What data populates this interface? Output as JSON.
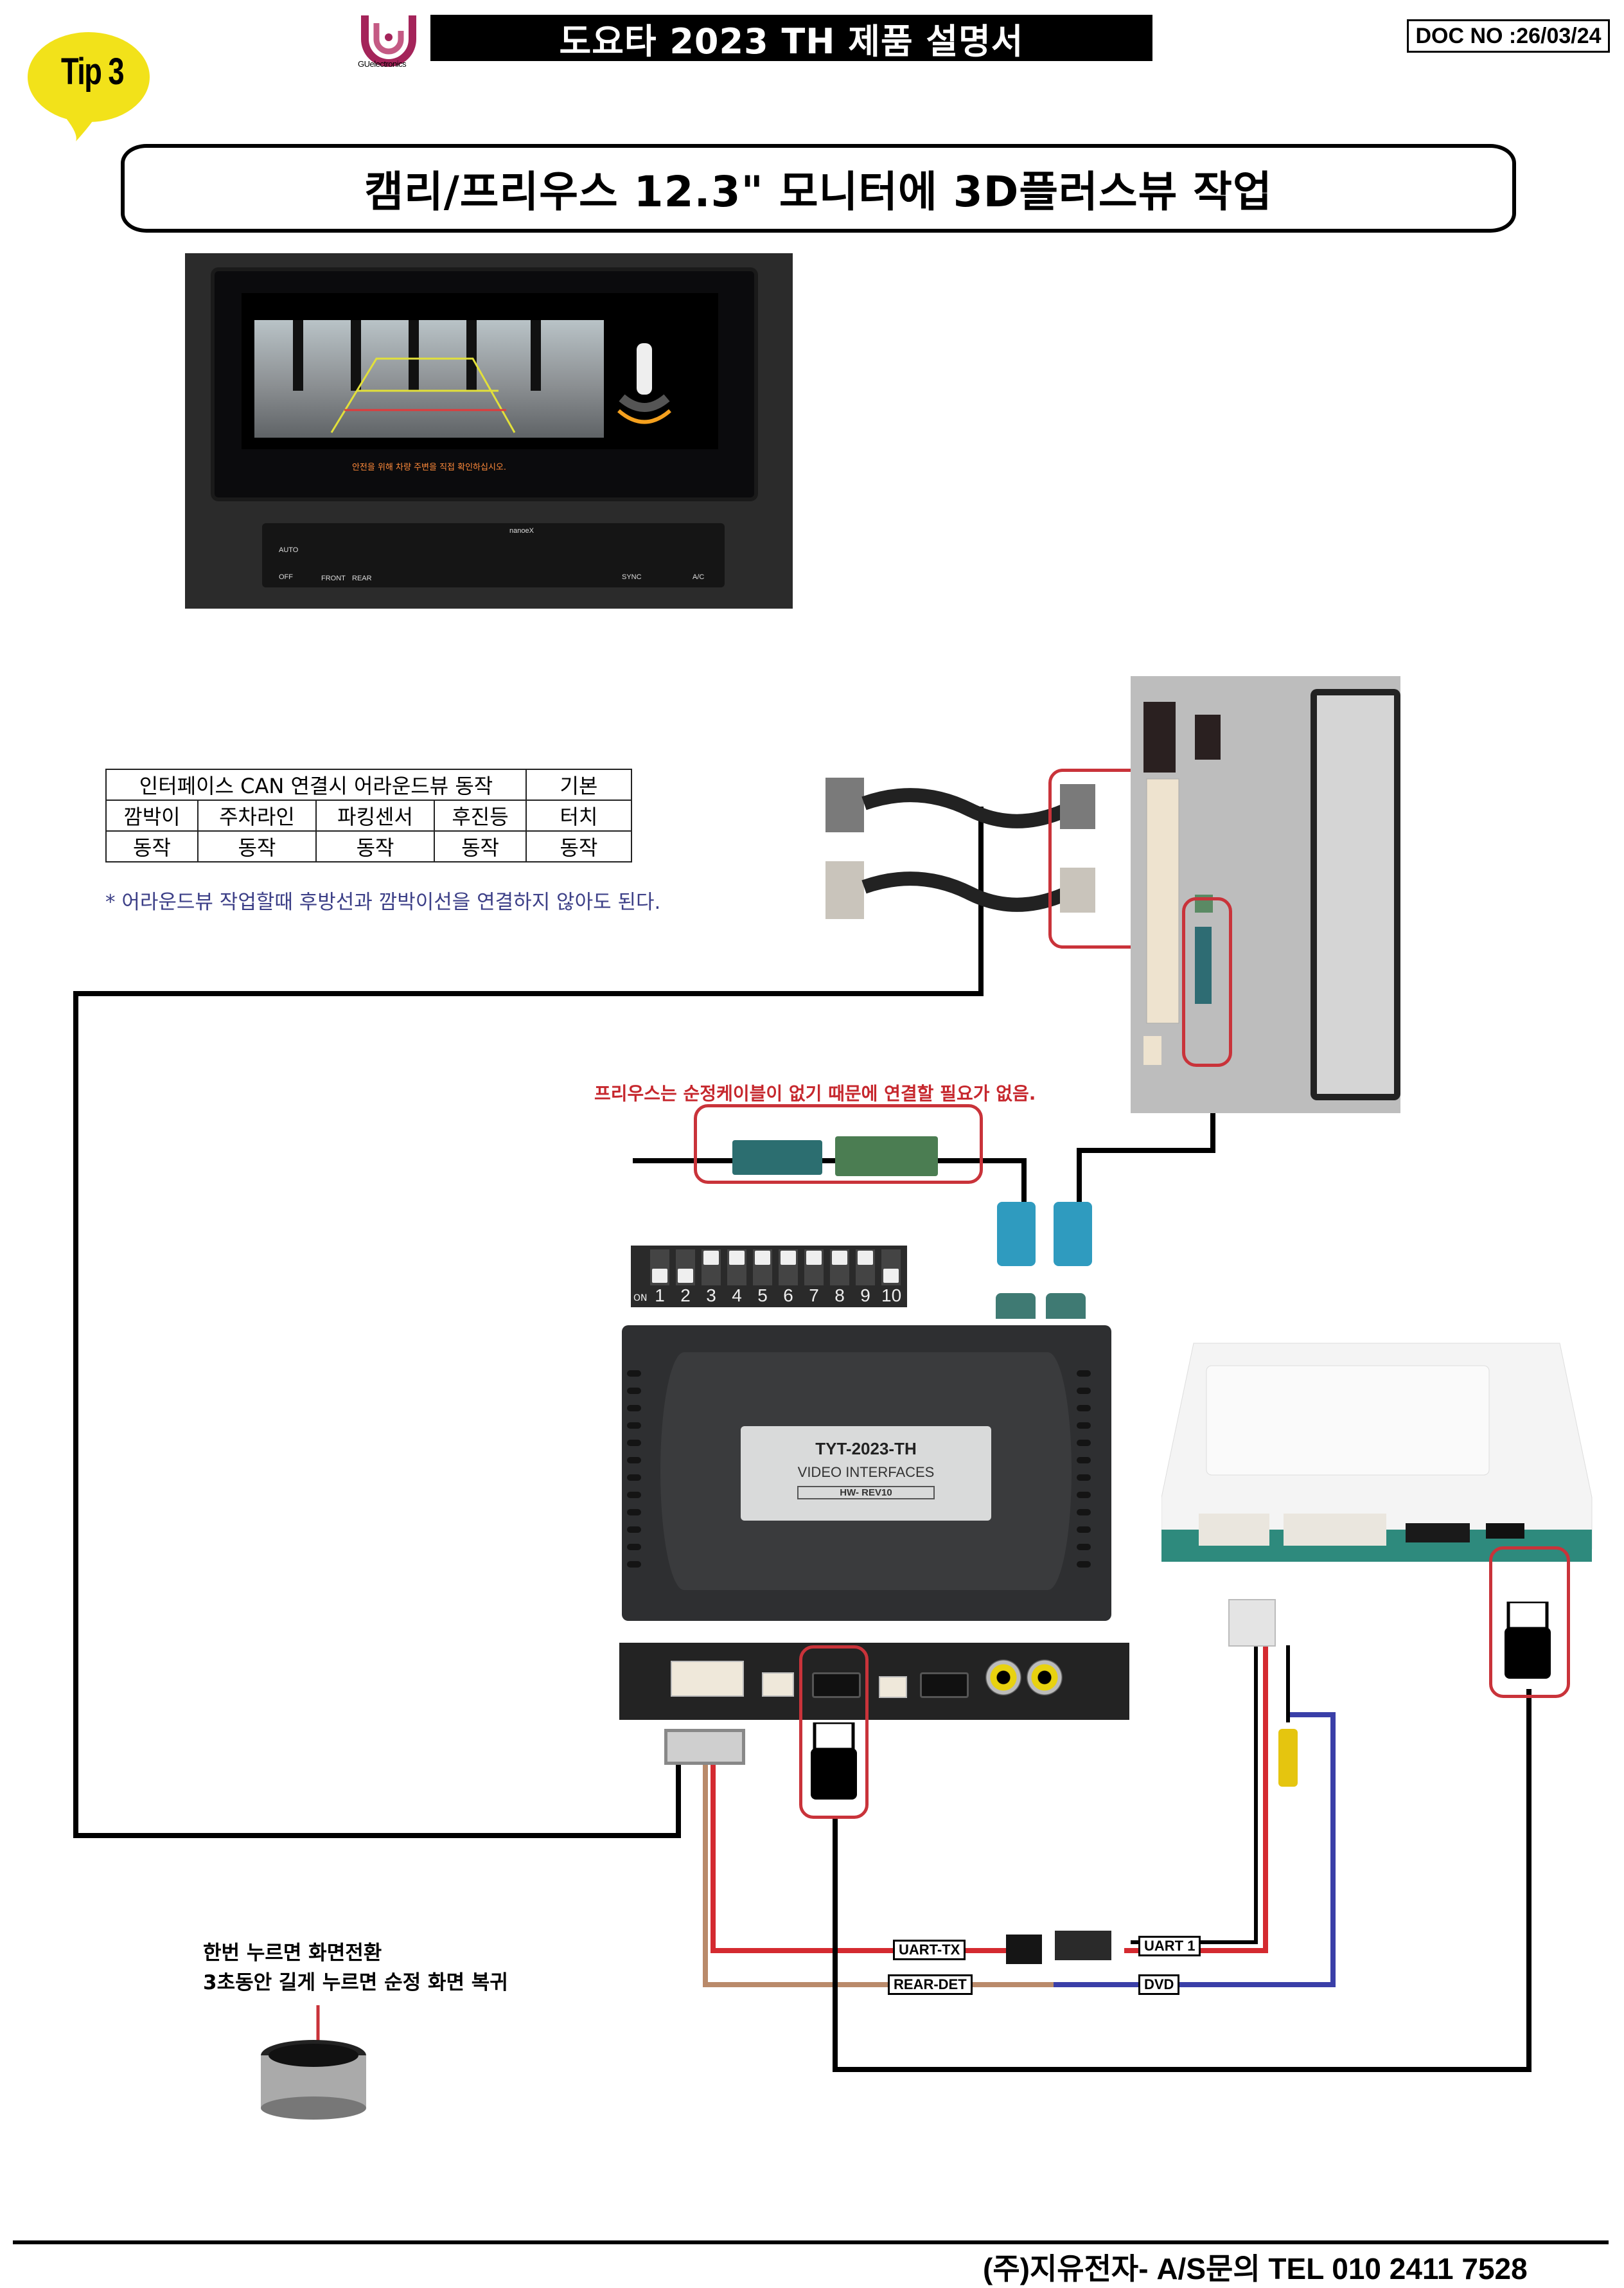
{
  "header": {
    "tip_label": "Tip 3",
    "logo_text": "GUelectronics",
    "title": "도요타 2023 TH 제품 설명서",
    "doc_no": "DOC NO :26/03/24"
  },
  "subtitle": "캠리/프리우스 12.3\" 모니터에 3D플러스뷰 작업",
  "photo": {
    "screen_warning": "안전을 위해 차량 주변을 직접 확인하십시오.",
    "climate_buttons": [
      "AUTO",
      "OFF",
      "FRONT",
      "REAR",
      "SYNC",
      "A/C",
      "nanoeX"
    ]
  },
  "can_table": {
    "header": [
      "인터페이스 CAN 연결시 어라운드뷰 동작",
      "기본"
    ],
    "features": [
      "깜박이",
      "주차라인",
      "파킹센서",
      "후진등",
      "터치"
    ],
    "status": [
      "동작",
      "동작",
      "동작",
      "동작",
      "동작"
    ]
  },
  "note": "* 어라운드뷰 작업할때 후방선과 깜박이선을 연결하지 않아도 된다.",
  "prius_note": "프리우스는 순정케이블이 없기 때문에 연결할 필요가 없음.",
  "dip_switch": {
    "on_label": "ON",
    "switches": [
      {
        "num": "1",
        "on": true
      },
      {
        "num": "2",
        "on": true
      },
      {
        "num": "3",
        "on": false
      },
      {
        "num": "4",
        "on": false
      },
      {
        "num": "5",
        "on": false
      },
      {
        "num": "6",
        "on": false
      },
      {
        "num": "7",
        "on": false
      },
      {
        "num": "8",
        "on": false
      },
      {
        "num": "9",
        "on": false
      },
      {
        "num": "10",
        "on": true
      }
    ]
  },
  "interface_box": {
    "model": "TYT-2023-TH",
    "type": "VIDEO INTERFACES",
    "revision": "HW- REV10"
  },
  "cable_labels": {
    "uart_tx": "UART-TX",
    "rear_det": "REAR-DET",
    "uart1": "UART 1",
    "dvd": "DVD"
  },
  "knob_instructions": {
    "line1": "한번 누르면 화면전환",
    "line2": "3초동안 길게 누르면 순정 화면 복귀"
  },
  "footer": "(주)지유전자- A/S문의 TEL 010 2411 7528",
  "colors": {
    "tip_yellow": "#f2e21a",
    "logo_magenta": "#a4245a",
    "highlight_red": "#c9333a",
    "note_blue": "#3c3f87",
    "wire_red": "#d42a30",
    "wire_brown": "#b98a6a",
    "wire_blue": "#3a3fa8",
    "fakra_blue": "#2f9bbf"
  }
}
